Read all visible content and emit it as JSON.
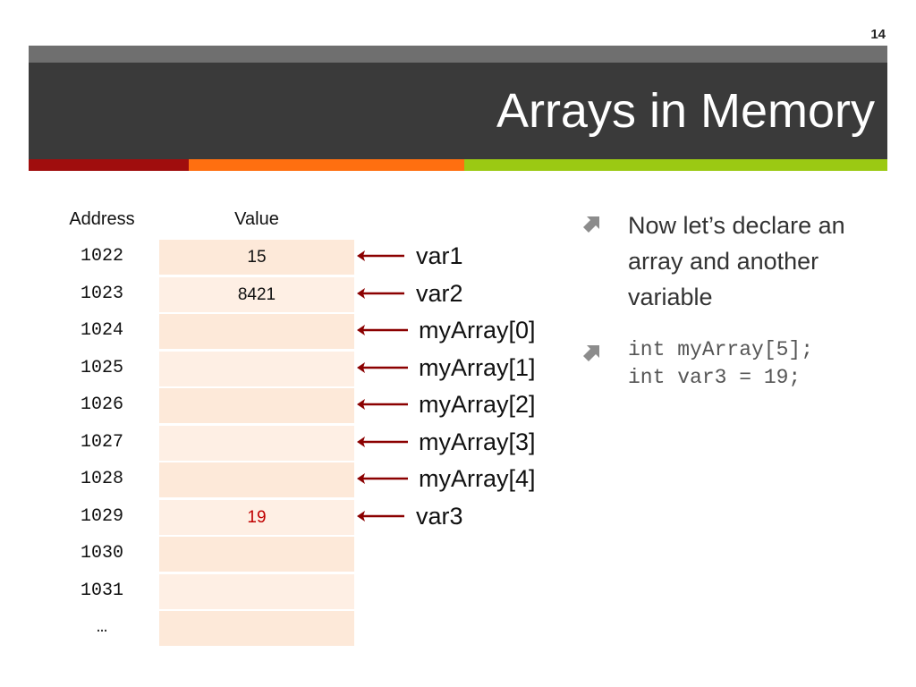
{
  "slide": {
    "number": "14",
    "title": "Arrays in Memory"
  },
  "colors": {
    "header_dark": "#3a3a3a",
    "header_light": "#6f6f6f",
    "stripe_red": "#a00d0d",
    "stripe_orange": "#ff6f10",
    "stripe_green": "#9bc913",
    "cell_fill": "#fde9d9",
    "arrow": "#8b0000",
    "highlight_value": "#c00000"
  },
  "table": {
    "address_header": "Address",
    "value_header": "Value",
    "rows": [
      {
        "address": "1022",
        "value": "15"
      },
      {
        "address": "1023",
        "value": "8421"
      },
      {
        "address": "1024",
        "value": ""
      },
      {
        "address": "1025",
        "value": ""
      },
      {
        "address": "1026",
        "value": ""
      },
      {
        "address": "1027",
        "value": ""
      },
      {
        "address": "1028",
        "value": ""
      },
      {
        "address": "1029",
        "value": "19"
      },
      {
        "address": "1030",
        "value": ""
      },
      {
        "address": "1031",
        "value": ""
      },
      {
        "address": "…",
        "value": ""
      }
    ]
  },
  "labels": [
    {
      "text": "var1",
      "row": 0
    },
    {
      "text": "var2",
      "row": 1
    },
    {
      "text": "myArray[0]",
      "row": 2
    },
    {
      "text": "myArray[1]",
      "row": 3
    },
    {
      "text": "myArray[2]",
      "row": 4
    },
    {
      "text": "myArray[3]",
      "row": 5
    },
    {
      "text": "myArray[4]",
      "row": 6
    },
    {
      "text": "var3",
      "row": 7
    }
  ],
  "bullets": [
    {
      "text": "Now let’s declare an array and another variable",
      "icon": "arrow-bullet-icon"
    },
    {
      "code": "int myArray[5];\nint var3 = 19;",
      "icon": "arrow-bullet-icon"
    }
  ]
}
